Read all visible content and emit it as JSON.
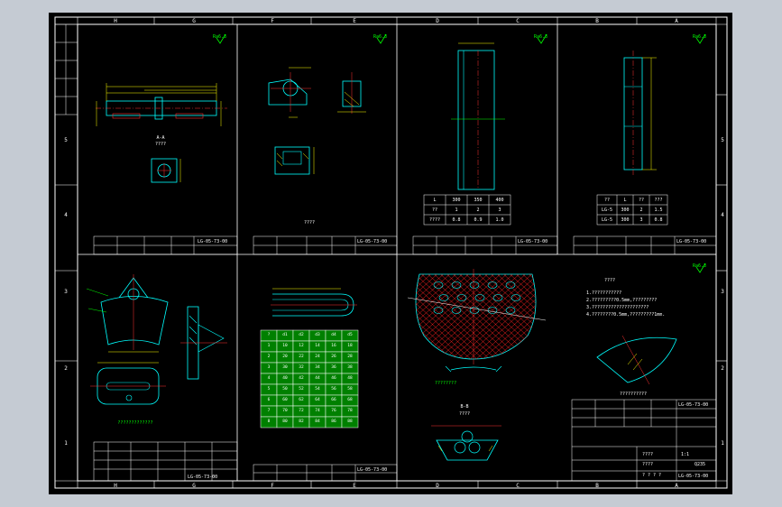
{
  "colors": {
    "window_bg": "#c5cbd3",
    "sheet_bg": "#000000",
    "frame": "#ffffff",
    "outline": "#00ffff",
    "dimension": "#ffff00",
    "centerline": "#ff3030",
    "section": "#ff2020",
    "table_cell": "#008000",
    "leader": "#00ff00"
  },
  "icons": {
    "roughness": "roughness-symbol-icon"
  },
  "ruler": {
    "top_zones": [
      "H",
      "G",
      "F",
      "E",
      "D",
      "C",
      "B",
      "A"
    ],
    "bottom_zones": [
      "H",
      "G",
      "F",
      "E",
      "D",
      "C",
      "B",
      "A"
    ],
    "left_zones": [
      "5",
      "4",
      "3",
      "2",
      "1"
    ],
    "right_zones": [
      "5",
      "4",
      "3",
      "2",
      "1"
    ]
  },
  "roughness_marks": [
    "Ra6.3",
    "Ra6.3",
    "Ra6.3",
    "Ra6.3",
    "Ra6.3"
  ],
  "views": {
    "shaft_section_label": "A-A",
    "shaft_section_caption": "????",
    "bracket_caption": "????",
    "plate_caption": "????????",
    "wedge_caption": "??????????",
    "bottom_left_caption": "?????????????",
    "notes_title": "????",
    "notes": [
      "1.???????????",
      "2.?????????0.5mm,?????????",
      "3.?????????????????????",
      "4.????????0.5mm,?????????1mm."
    ],
    "small_view_label": "B-B",
    "small_view_caption": "????"
  },
  "tables": {
    "center_top": {
      "rows": [
        [
          "L",
          "300",
          "350",
          "400"
        ],
        [
          "??",
          "1",
          "2",
          "3"
        ],
        [
          "????",
          "0.8",
          "0.9",
          "1.0"
        ]
      ]
    },
    "right_top": {
      "rows": [
        [
          "??",
          "L",
          "??",
          "???"
        ],
        [
          "LG-5",
          "300",
          "2",
          "1.5"
        ],
        [
          "LG-5",
          "300",
          "3",
          "0.8"
        ]
      ]
    },
    "middle_grid": {
      "header": [
        "?",
        "d1",
        "d2",
        "d3",
        "d4",
        "d5"
      ],
      "rows": [
        [
          "1",
          "10",
          "12",
          "14",
          "16",
          "18"
        ],
        [
          "2",
          "20",
          "22",
          "24",
          "26",
          "28"
        ],
        [
          "3",
          "30",
          "32",
          "34",
          "36",
          "38"
        ],
        [
          "4",
          "40",
          "42",
          "44",
          "46",
          "48"
        ],
        [
          "5",
          "50",
          "52",
          "54",
          "56",
          "58"
        ],
        [
          "6",
          "60",
          "62",
          "64",
          "66",
          "68"
        ],
        [
          "7",
          "70",
          "72",
          "74",
          "76",
          "78"
        ],
        [
          "8",
          "80",
          "82",
          "84",
          "86",
          "88"
        ]
      ]
    }
  },
  "title_blocks": {
    "drawing_number": "LG-05-73-00",
    "scale": "1:1",
    "material": "Q235",
    "main_title": "????",
    "main_sub": "????",
    "sheet_text": "? ? ? ?"
  }
}
